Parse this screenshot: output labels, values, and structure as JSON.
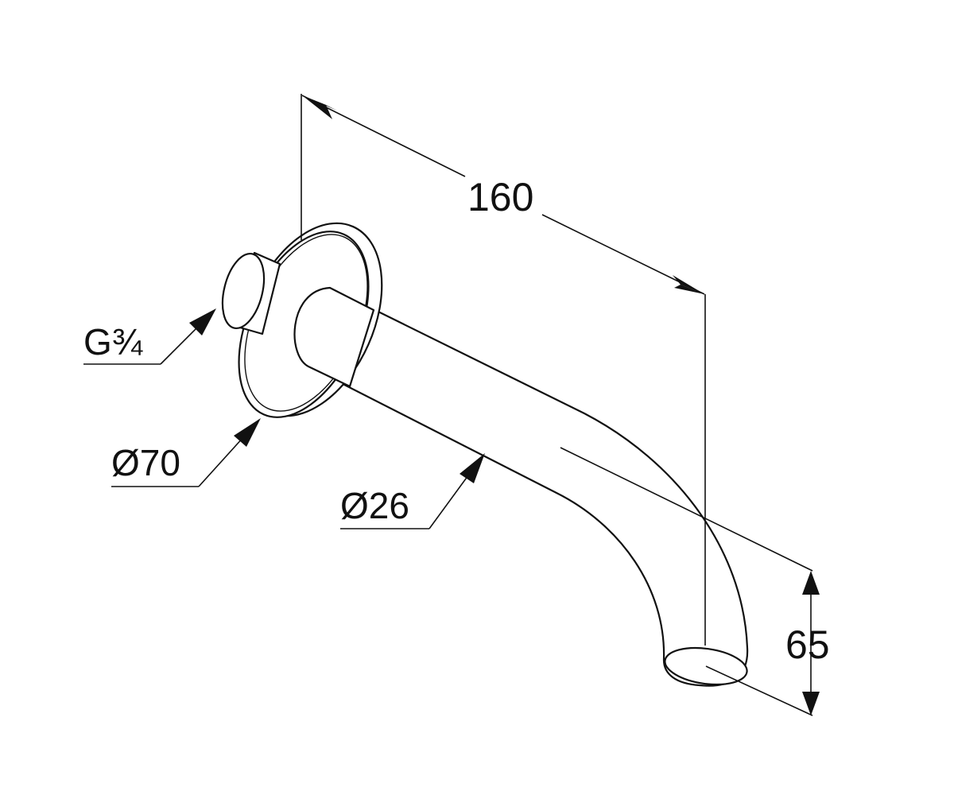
{
  "dimensions": {
    "length": "160",
    "drop": "65",
    "thread": "G¾",
    "rosette_diameter": "Ø70",
    "spout_diameter": "Ø26"
  }
}
